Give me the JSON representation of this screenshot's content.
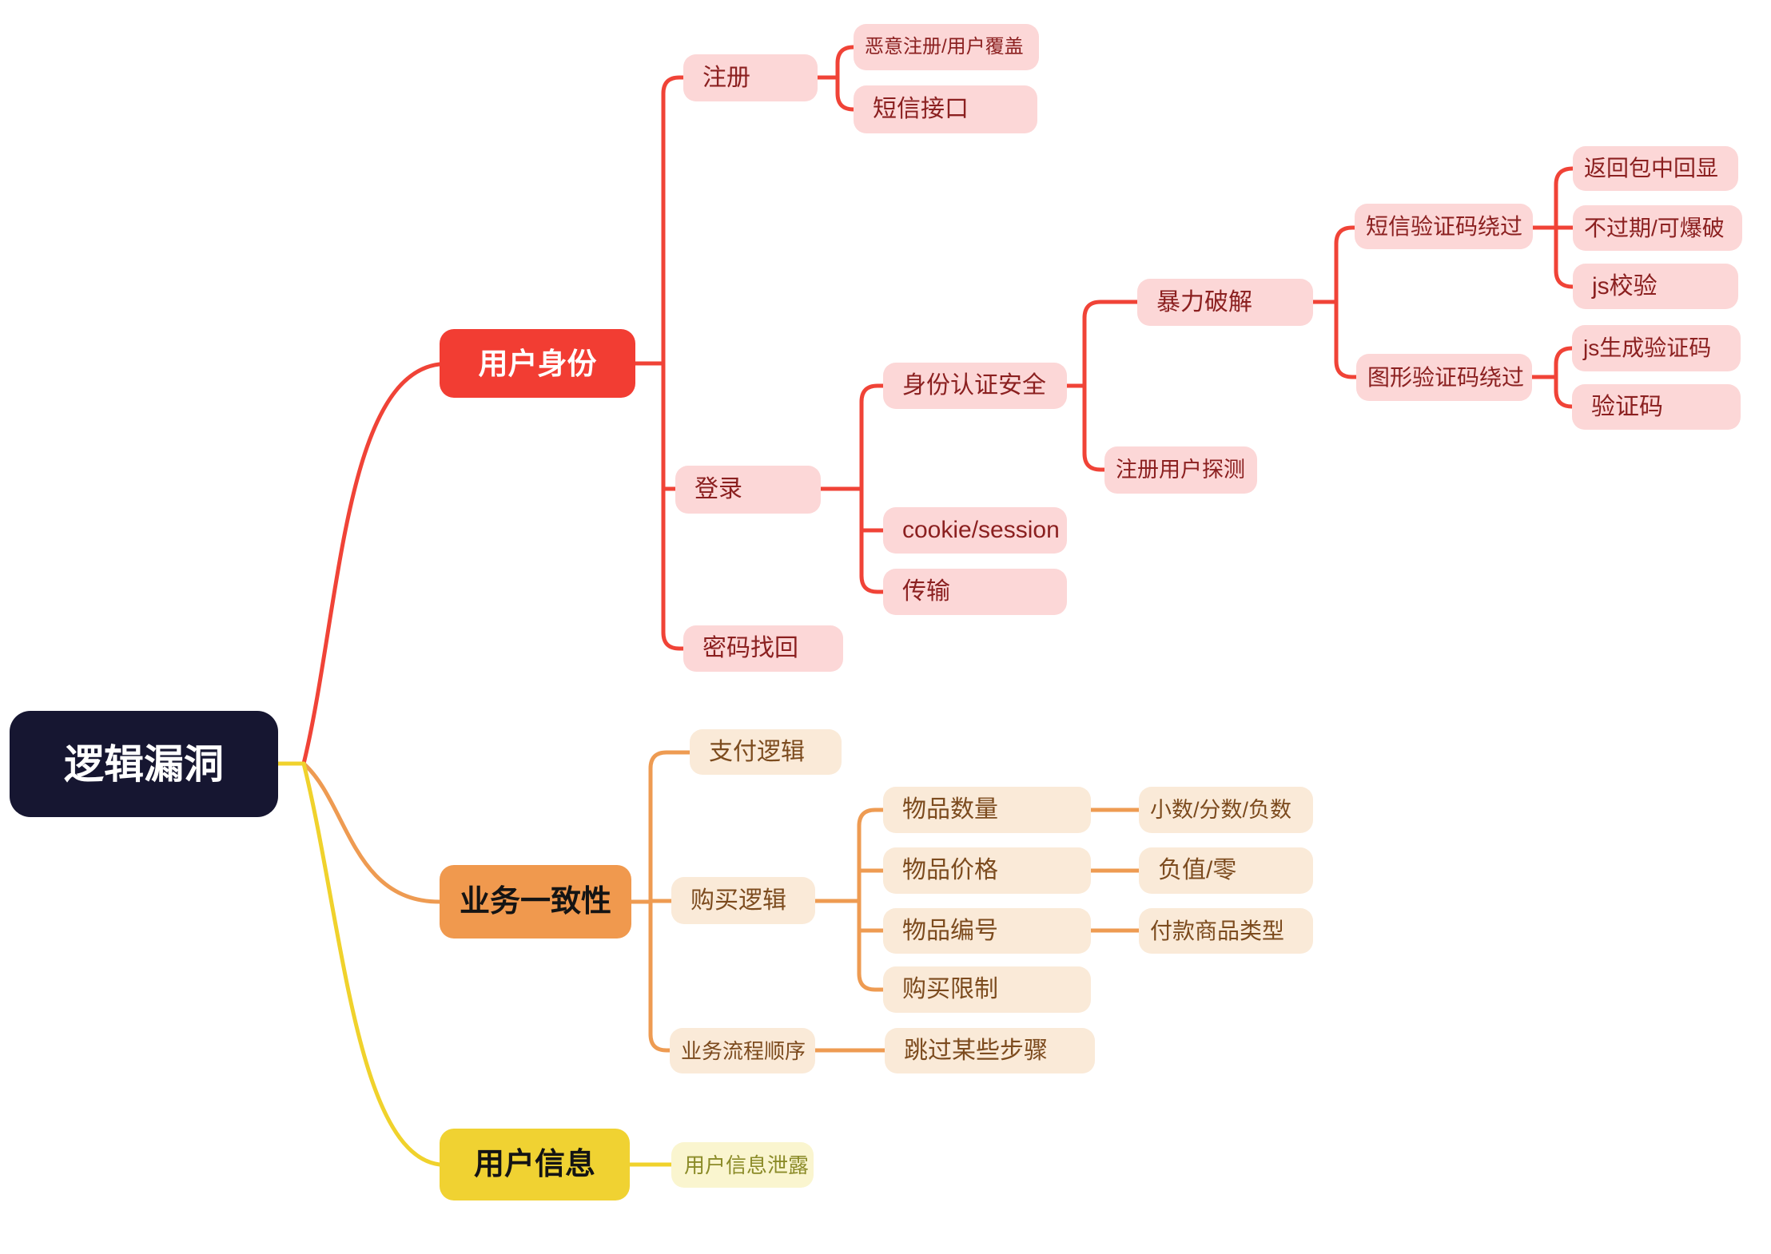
{
  "colors": {
    "root_bg": "#161631",
    "root_text": "#ffffff",
    "red_branch_line": "#f04337",
    "red_node_bg": "#f23d33",
    "red_child_bg": "#fcd7d7",
    "red_child_text": "#8b2020",
    "orange_branch_line": "#ee9b52",
    "orange_node_bg": "#f0994e",
    "orange_child_bg": "#faead8",
    "orange_child_text": "#7c4b1e",
    "yellow_branch_line": "#f0d22c",
    "yellow_node_bg": "#f0d232",
    "yellow_child_bg": "#faf5cf",
    "yellow_child_text": "#8b8b28"
  },
  "root": {
    "label": "逻辑漏洞"
  },
  "user_identity": {
    "label": "用户身份",
    "register": {
      "label": "注册",
      "children": {
        "malicious": "恶意注册/用户覆盖",
        "sms_api": "短信接口"
      }
    },
    "login": {
      "label": "登录",
      "auth_security": {
        "label": "身份认证安全",
        "brute_force": {
          "label": "暴力破解",
          "sms_code_bypass": {
            "label": "短信验证码绕过",
            "children": {
              "echo": "返回包中回显",
              "no_expire": "不过期/可爆破",
              "js_check": "js校验"
            }
          },
          "captcha_bypass": {
            "label": "图形验证码绕过",
            "children": {
              "js_generated": "js生成验证码",
              "captcha": "验证码"
            }
          }
        },
        "user_probe": "注册用户探测"
      },
      "cookie_session": "cookie/session",
      "transport": "传输"
    },
    "password_recovery": "密码找回"
  },
  "business_consistency": {
    "label": "业务一致性",
    "payment_logic": "支付逻辑",
    "purchase_logic": {
      "label": "购买逻辑",
      "item_quantity": {
        "label": "物品数量",
        "child": "小数/分数/负数"
      },
      "item_price": {
        "label": "物品价格",
        "child": "负值/零"
      },
      "item_id": {
        "label": "物品编号",
        "child": "付款商品类型"
      },
      "purchase_limit": {
        "label": "购买限制"
      }
    },
    "process_order": {
      "label": "业务流程顺序",
      "child": "跳过某些步骤"
    }
  },
  "user_info": {
    "label": "用户信息",
    "leak": "用户信息泄露"
  }
}
